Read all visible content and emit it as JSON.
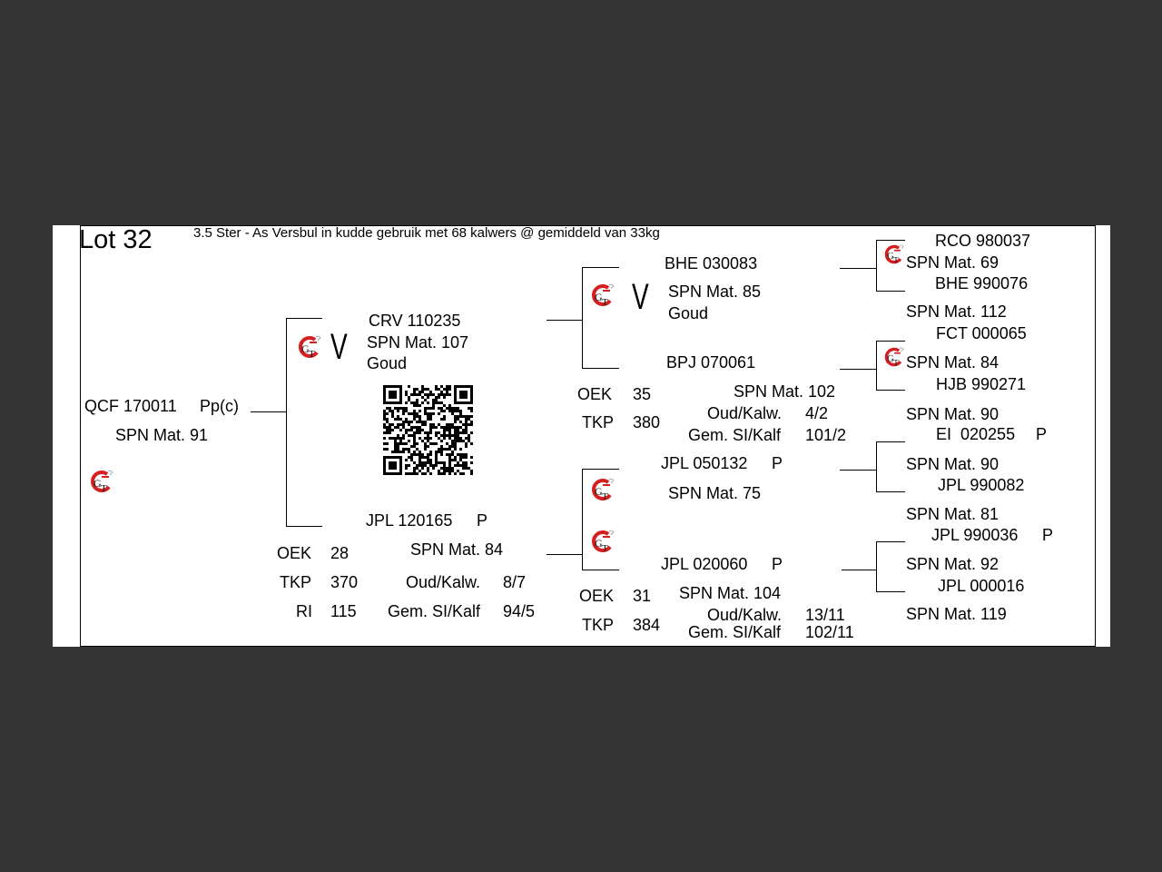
{
  "lot_title": "Lot 32",
  "subtitle": "3.5 Ster - As Versbul in kudde gebruik met 68 kalwers @ gemiddeld van 33kg",
  "animal": {
    "id": "QCF 170011",
    "tag": "Pp(c)",
    "mat": "SPN Mat. 91"
  },
  "sire": {
    "id": "CRV 110235",
    "mat": "SPN Mat. 107",
    "grade": "Goud",
    "mark": "V",
    "stats": {
      "oek_label": "OEK",
      "oek": "28",
      "tkp_label": "TKP",
      "tkp": "370",
      "ri_label": "RI",
      "ri": "115",
      "dam_mat": "SPN Mat. 84",
      "oud_label": "Oud/Kalw.",
      "oud": "8/7",
      "gem_label": "Gem. SI/Kalf",
      "gem": "94/5"
    }
  },
  "dam": {
    "id": "JPL 120165",
    "tag": "P"
  },
  "ss": {
    "id": "BHE 030083",
    "mat": "SPN Mat. 85",
    "grade": "Goud",
    "mark": "V",
    "sire": "RCO 980037",
    "sire_mat": "SPN Mat. 69",
    "dam": "BHE 990076",
    "dam_mat": "SPN Mat. 112"
  },
  "sd": {
    "id": "BPJ 070061",
    "sire": "FCT 000065",
    "sire_mat": "SPN Mat. 84",
    "dam": "HJB 990271",
    "dam_mat": "SPN Mat. 90",
    "stats": {
      "oek_label": "OEK",
      "oek": "35",
      "tkp_label": "TKP",
      "tkp": "380",
      "mat": "SPN Mat. 102",
      "oud_label": "Oud/Kalw.",
      "oud": "4/2",
      "gem_label": "Gem. SI/Kalf",
      "gem": "101/2"
    }
  },
  "ds": {
    "id": "JPL 050132",
    "tag": "P",
    "mat": "SPN Mat. 75",
    "sire": "EI  020255",
    "sire_tag": "P",
    "sire_mat": "SPN Mat. 90",
    "dam": "JPL 990082",
    "dam_mat": "SPN Mat. 81"
  },
  "dd": {
    "id": "JPL 020060",
    "tag": "P",
    "sire": "JPL 990036",
    "sire_tag": "P",
    "sire_mat": "SPN Mat. 92",
    "dam": "JPL 000016",
    "dam_mat": "SPN Mat. 119",
    "stats": {
      "oek_label": "OEK",
      "oek": "31",
      "tkp_label": "TKP",
      "tkp": "384",
      "mat": "SPN Mat. 104",
      "oud_label": "Oud/Kalw.",
      "oud": "13/11",
      "gem_label": "Gem. SI/Kalf",
      "gem": "102/11"
    }
  },
  "colors": {
    "background": "#333333",
    "paper": "#ffffff",
    "logo_red": "#d42020"
  }
}
